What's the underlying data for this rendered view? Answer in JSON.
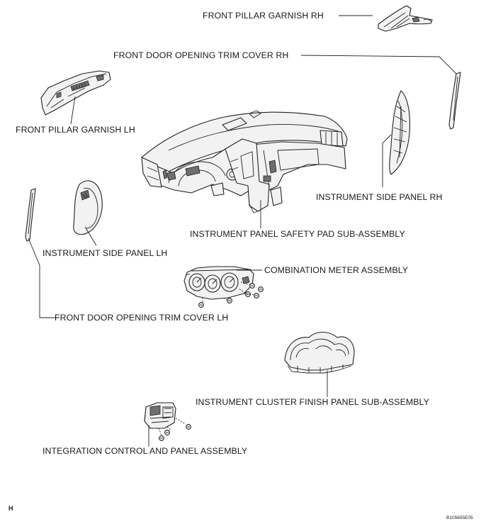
{
  "diagram": {
    "labels": {
      "front_pillar_garnish_rh": "FRONT PILLAR GARNISH RH",
      "front_door_opening_trim_cover_rh": "FRONT DOOR OPENING TRIM COVER RH",
      "front_pillar_garnish_lh": "FRONT PILLAR GARNISH LH",
      "instrument_side_panel_rh": "INSTRUMENT SIDE PANEL RH",
      "instrument_panel_safety_pad": "INSTRUMENT PANEL SAFETY PAD SUB-ASSEMBLY",
      "instrument_side_panel_lh": "INSTRUMENT SIDE PANEL LH",
      "combination_meter_assembly": "COMBINATION METER ASSEMBLY",
      "front_door_opening_trim_cover_lh": "FRONT DOOR OPENING TRIM COVER LH",
      "instrument_cluster_finish_panel": "INSTRUMENT CLUSTER FINISH PANEL SUB-ASSEMBLY",
      "integration_control_and_panel": "INTEGRATION CONTROL AND PANEL ASSEMBLY"
    },
    "corner_mark": "H",
    "figure_code": "B105655E05"
  }
}
